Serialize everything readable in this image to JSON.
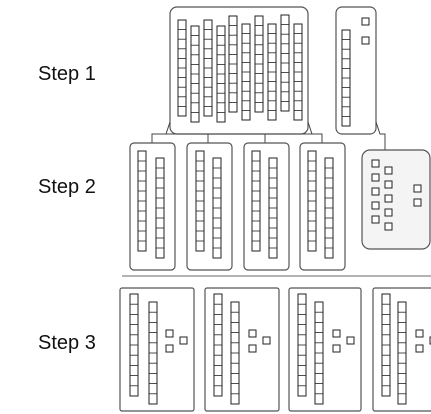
{
  "steps": [
    {
      "label": "Step 1"
    },
    {
      "label": "Step 2"
    },
    {
      "label": "Step 3"
    }
  ]
}
